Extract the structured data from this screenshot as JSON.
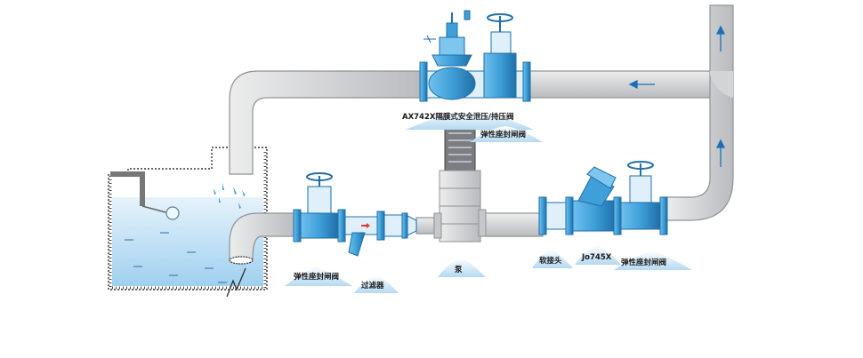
{
  "labels": {
    "safety_valve": "AX742X隔膜式安全泄压/持压阀",
    "gate_valve_top": "弹性座封闸阀",
    "pump": "泵",
    "gate_valve_left": "弹性座封闸阀",
    "filter": "过滤器",
    "soft_joint": "软接头",
    "check_valve": "Jo745X",
    "gate_valve_right": "弹性座封闸阀"
  },
  "colors": {
    "pipe_fill": "#d7d8da",
    "pipe_stroke": "#8f9296",
    "valve_blue": "#3f9fd8",
    "valve_dark": "#1f6fa8",
    "water": "#bfe0f4",
    "arrow": "#1b6fb7",
    "label_badge": "#cfe6f6"
  },
  "icons": {
    "flow_arrow": "flow-arrow-icon",
    "inlet_arrow": "inlet-arrow-icon"
  }
}
